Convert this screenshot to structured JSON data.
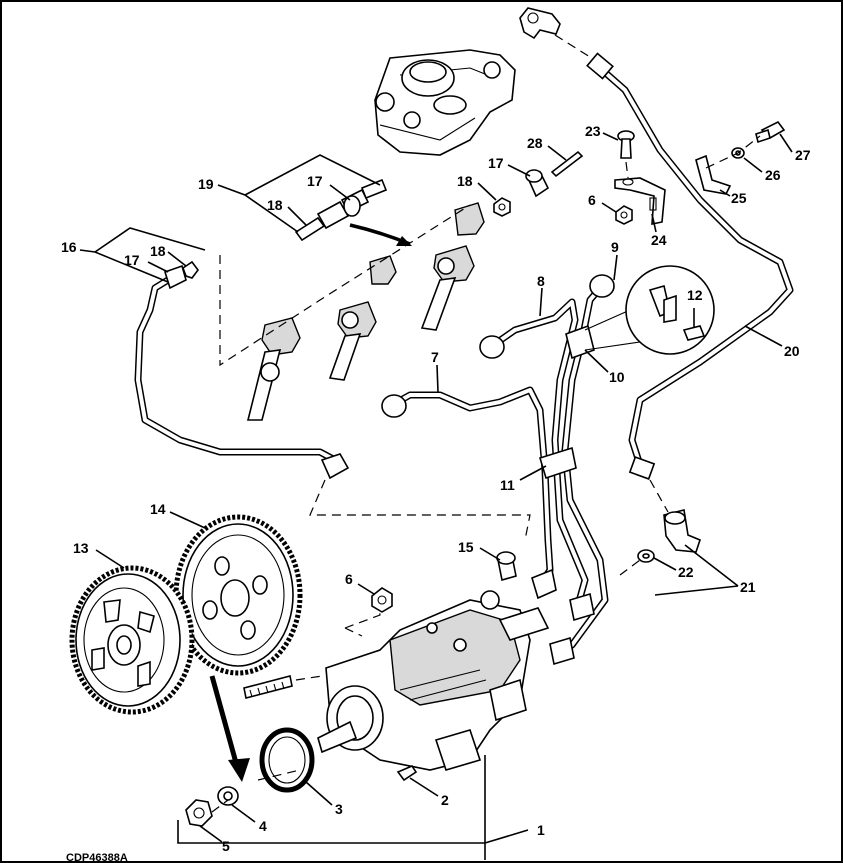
{
  "figure_code": "CDP46388A",
  "callouts": [
    "1",
    "2",
    "3",
    "4",
    "5",
    "6",
    "6",
    "7",
    "8",
    "9",
    "10",
    "11",
    "12",
    "13",
    "14",
    "15",
    "16",
    "17",
    "17",
    "17",
    "18",
    "18",
    "18",
    "19",
    "20",
    "21",
    "22",
    "23",
    "24",
    "25",
    "26",
    "27",
    "28"
  ]
}
